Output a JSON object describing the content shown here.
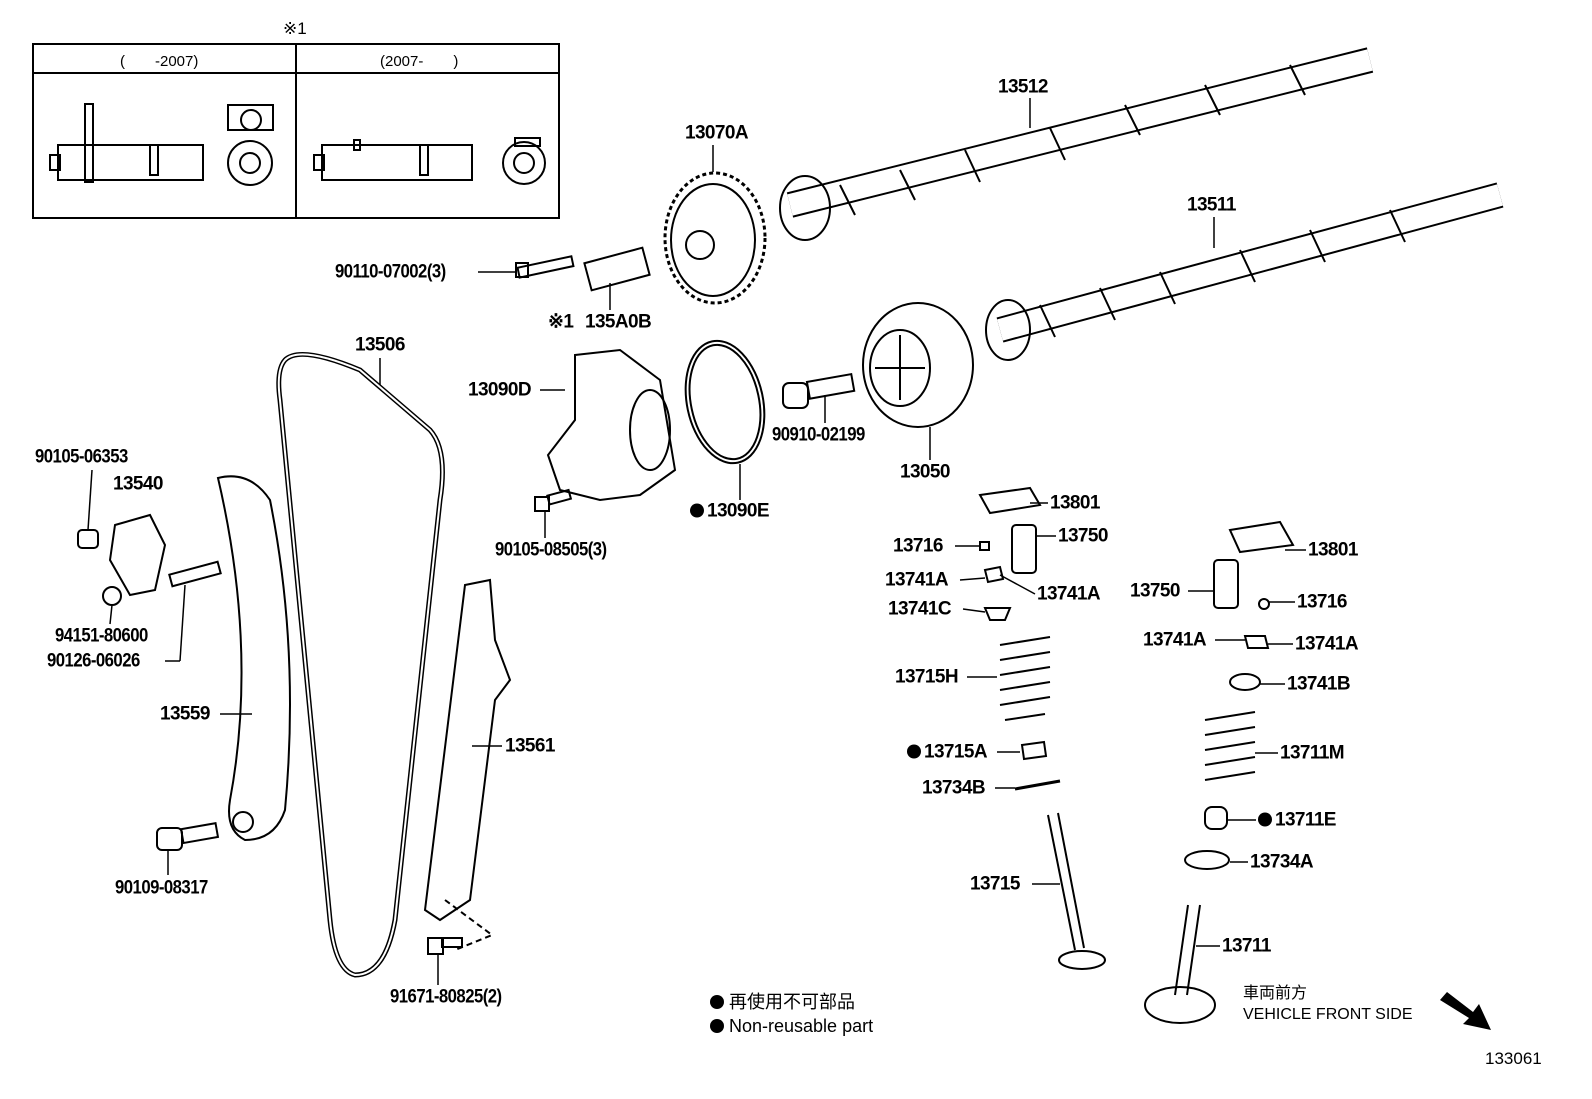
{
  "inset": {
    "marker": "※1",
    "left_header": "(　　-2007)",
    "right_header": "(2007-　　)"
  },
  "labels": [
    {
      "id": "13512",
      "text": "13512"
    },
    {
      "id": "13070A",
      "text": "13070A"
    },
    {
      "id": "13511",
      "text": "13511"
    },
    {
      "id": "90110-07002",
      "text": "90110-07002(3)"
    },
    {
      "id": "ref1",
      "text": "※1"
    },
    {
      "id": "135A0B",
      "text": "135A0B"
    },
    {
      "id": "13506",
      "text": "13506"
    },
    {
      "id": "13090D",
      "text": "13090D"
    },
    {
      "id": "90910-02199",
      "text": "90910-02199"
    },
    {
      "id": "13050",
      "text": "13050"
    },
    {
      "id": "90105-06353",
      "text": "90105-06353"
    },
    {
      "id": "13540",
      "text": "13540"
    },
    {
      "id": "13801a",
      "text": "13801"
    },
    {
      "id": "13090E",
      "text": "13090E",
      "nonreusable": true
    },
    {
      "id": "90105-08505",
      "text": "90105-08505(3)"
    },
    {
      "id": "13716a",
      "text": "13716"
    },
    {
      "id": "13750a",
      "text": "13750"
    },
    {
      "id": "13801b",
      "text": "13801"
    },
    {
      "id": "13741Aa",
      "text": "13741A"
    },
    {
      "id": "13741Ab",
      "text": "13741A"
    },
    {
      "id": "13750b",
      "text": "13750"
    },
    {
      "id": "13716b",
      "text": "13716"
    },
    {
      "id": "13741C",
      "text": "13741C"
    },
    {
      "id": "94151-80600",
      "text": "94151-80600"
    },
    {
      "id": "13741Ac",
      "text": "13741A"
    },
    {
      "id": "13741Ad",
      "text": "13741A"
    },
    {
      "id": "90126-06026",
      "text": "90126-06026"
    },
    {
      "id": "13715H",
      "text": "13715H"
    },
    {
      "id": "13741B",
      "text": "13741B"
    },
    {
      "id": "13559",
      "text": "13559"
    },
    {
      "id": "13561",
      "text": "13561"
    },
    {
      "id": "13715A",
      "text": "13715A",
      "nonreusable": true
    },
    {
      "id": "13711M",
      "text": "13711M"
    },
    {
      "id": "13734B",
      "text": "13734B"
    },
    {
      "id": "13711E",
      "text": "13711E",
      "nonreusable": true
    },
    {
      "id": "13734A",
      "text": "13734A"
    },
    {
      "id": "90109-08317",
      "text": "90109-08317"
    },
    {
      "id": "13715",
      "text": "13715"
    },
    {
      "id": "13711",
      "text": "13711"
    },
    {
      "id": "91671-80825",
      "text": "91671-80825(2)"
    }
  ],
  "legend": {
    "jp": "再使用不可部品",
    "en": "Non-reusable part"
  },
  "direction": {
    "jp": "車両前方",
    "en": "VEHICLE FRONT SIDE",
    "icon": "arrow-down-right-icon"
  },
  "figure_number": "133061"
}
